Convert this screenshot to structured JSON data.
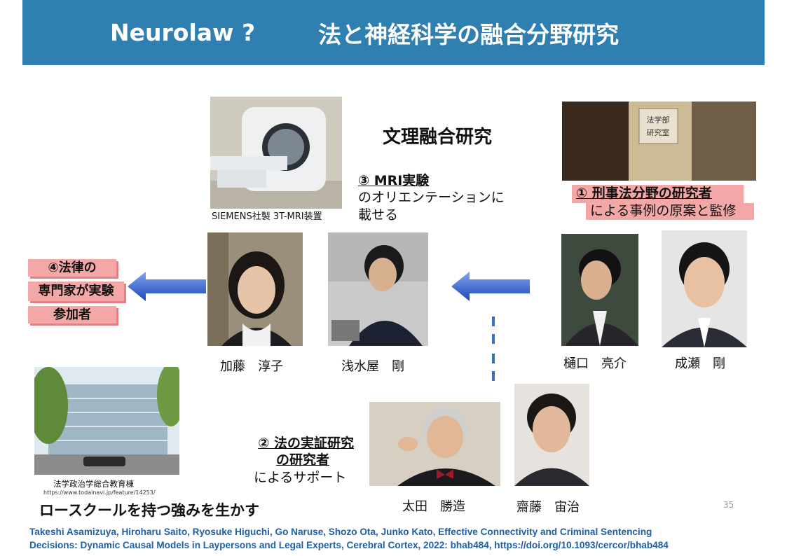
{
  "slide": {
    "title_en": "Neurolaw ?",
    "title_jp": "法と神経科学の融合分野研究",
    "subtitle": "文理融合研究",
    "page_number": "35"
  },
  "mri": {
    "caption": "SIEMENS社製 3T-MRI装置",
    "point_heading": "③ MRI実験",
    "point_line1": "のオリエンテーションに",
    "point_line2": "載せる"
  },
  "criminal_law": {
    "heading": "① 刑事法分野の研究者",
    "line": "による事例の原案と監修",
    "door_sign_line1": "法学部",
    "door_sign_line2": "研究室"
  },
  "legal_experts": {
    "line1": "④法律の",
    "line2": "専門家が実験",
    "line3": "参加者"
  },
  "empirical": {
    "line1": "② 法の実証研究",
    "line2": "の研究者",
    "line3": "によるサポート"
  },
  "people": {
    "p1": "加藤　淳子",
    "p2": "浅水屋　剛",
    "p3": "樋口　亮介",
    "p4": "成瀬　剛",
    "p5": "太田　勝造",
    "p6": "齋藤　宙治"
  },
  "school": {
    "caption": "法学政治学総合教育棟",
    "url": "https://www.todainavi.jp/feature/14253/",
    "tagline": "ロースクールを持つ強みを生かす"
  },
  "citation": {
    "line1": "Takeshi Asamizuya, Hiroharu Saito, Ryosuke Higuchi, Go Naruse, Shozo Ota, Junko Kato, Effective Connectivity and Criminal Sentencing",
    "line2": "Decisions: Dynamic Causal Models in Laypersons and Legal Experts, Cerebral Cortex, 2022: bhab484, https://doi.org/10.1093/cercor/bhab484"
  },
  "colors": {
    "banner": "#2f7fb0",
    "highlight": "#f3a7a7",
    "arrow": "#2d5fcf",
    "citation": "#1f5fa5"
  }
}
